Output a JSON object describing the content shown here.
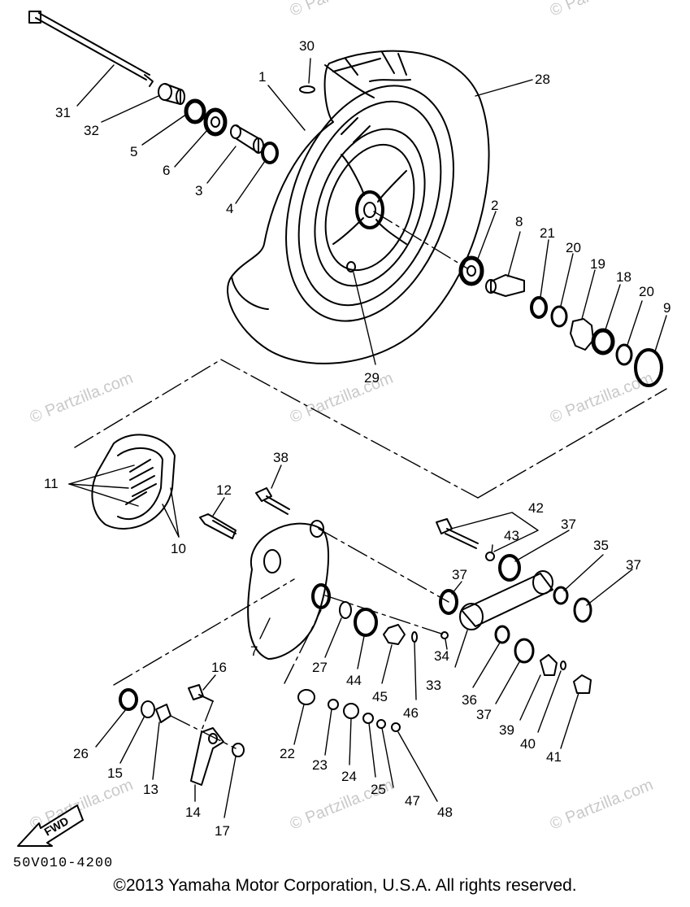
{
  "watermark": "© Partzilla.com",
  "diagram_code": "50V010-4200",
  "copyright": "©2013  Yamaha Motor Corporation, U.S.A. All rights reserved.",
  "direction_label": "FWD",
  "callouts": [
    "30",
    "1",
    "28",
    "31",
    "32",
    "5",
    "6",
    "3",
    "4",
    "2",
    "8",
    "21",
    "20",
    "19",
    "18",
    "20",
    "9",
    "29",
    "38",
    "12",
    "11",
    "10",
    "42",
    "43",
    "37",
    "35",
    "37",
    "37",
    "7",
    "27",
    "44",
    "45",
    "46",
    "34",
    "33",
    "36",
    "37",
    "39",
    "40",
    "41",
    "16",
    "26",
    "15",
    "13",
    "14",
    "17",
    "22",
    "23",
    "24",
    "25",
    "47",
    "48"
  ]
}
